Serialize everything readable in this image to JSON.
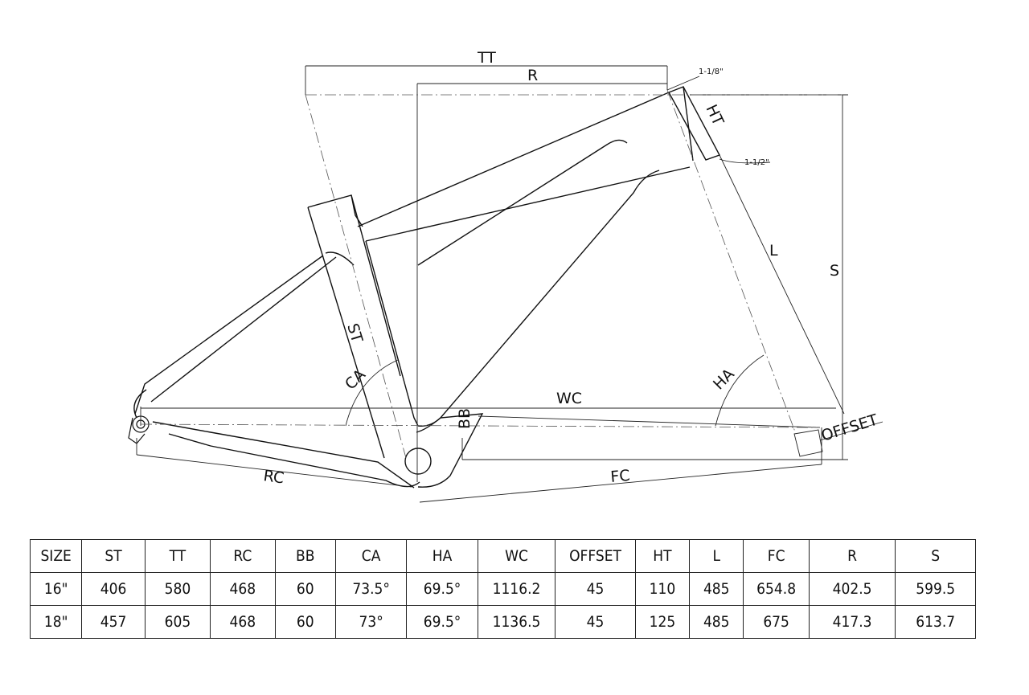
{
  "drawing": {
    "labels": {
      "tt": "TT",
      "r": "R",
      "ht": "HT",
      "l": "L",
      "s": "S",
      "st": "ST",
      "ca": "CA",
      "ha": "HA",
      "wc": "WC",
      "bb": "BB",
      "offset": "OFFSET",
      "rc": "RC",
      "fc": "FC",
      "headset_top": "1-1/8\"",
      "headset_bottom": "1-1/2\""
    }
  },
  "geometry_table": {
    "headers": [
      "SIZE",
      "ST",
      "TT",
      "RC",
      "BB",
      "CA",
      "HA",
      "WC",
      "OFFSET",
      "HT",
      "L",
      "FC",
      "R",
      "S"
    ],
    "rows": [
      [
        "16\"",
        "406",
        "580",
        "468",
        "60",
        "73.5°",
        "69.5°",
        "1116.2",
        "45",
        "110",
        "485",
        "654.8",
        "402.5",
        "599.5"
      ],
      [
        "18\"",
        "457",
        "605",
        "468",
        "60",
        "73°",
        "69.5°",
        "1136.5",
        "45",
        "125",
        "485",
        "675",
        "417.3",
        "613.7"
      ]
    ]
  }
}
